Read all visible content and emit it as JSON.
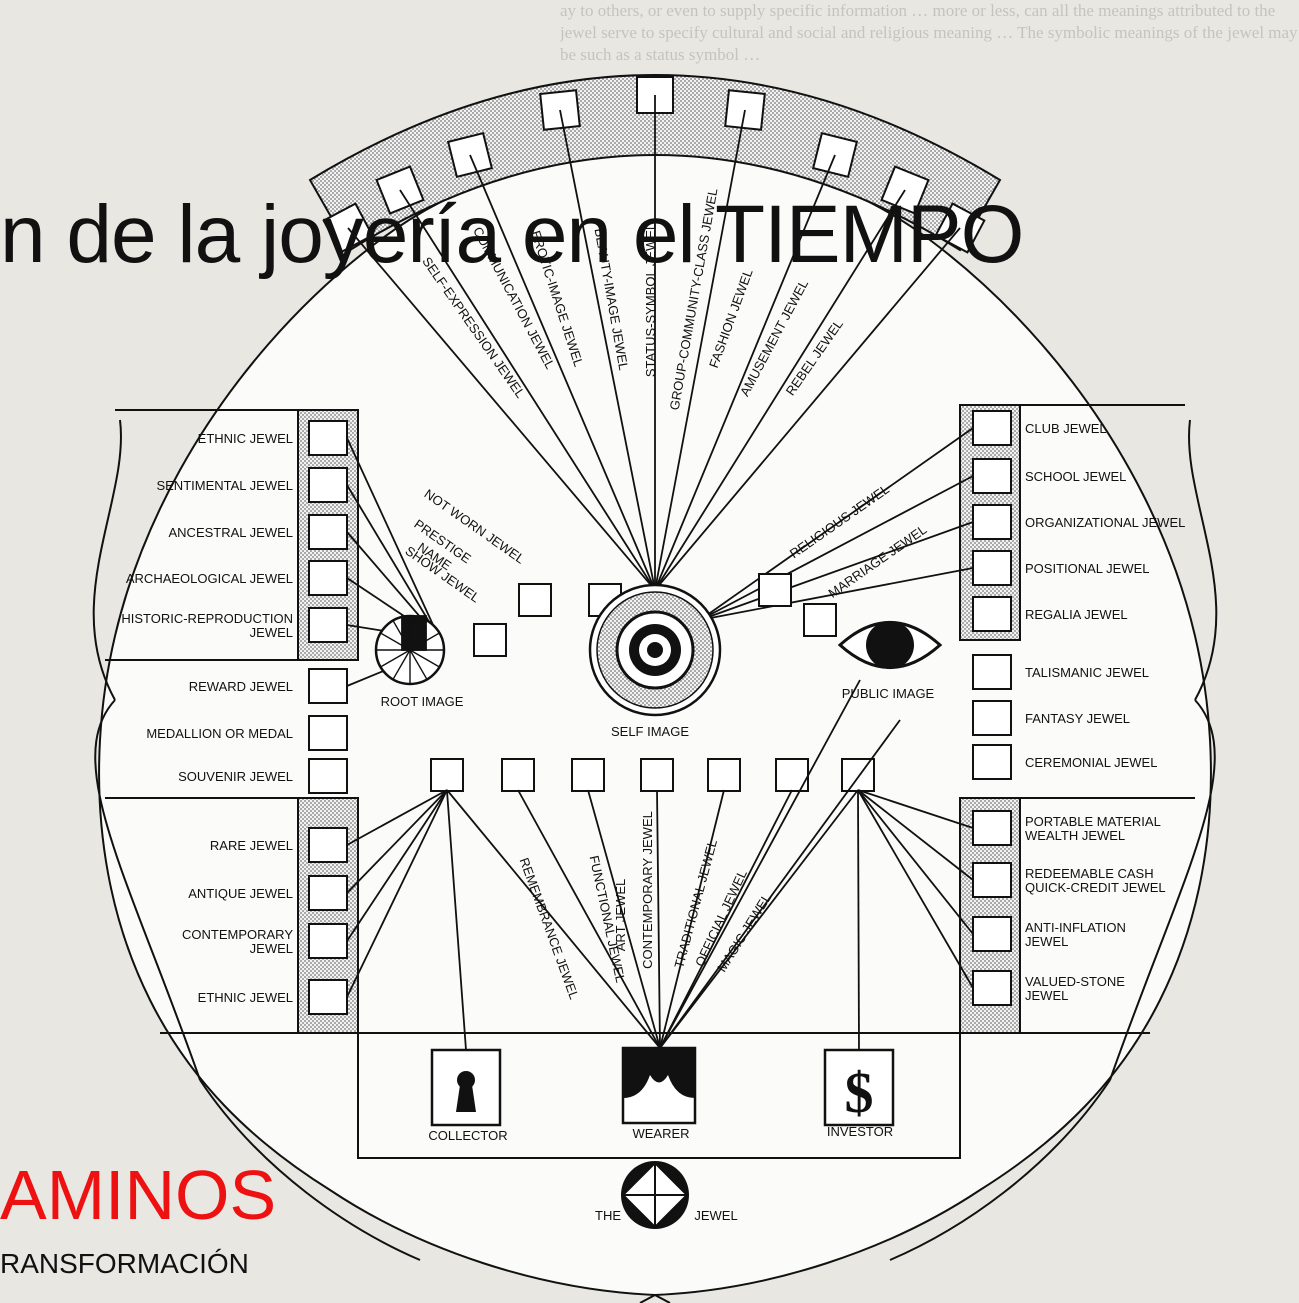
{
  "title_overlay": "n de la joyería en el TIEMPO",
  "caminos": "AMINOS",
  "subtitle": "RANSFORMACIÓN",
  "left_labels": [
    {
      "text": "ETHNIC JEWEL"
    },
    {
      "text": "SENTIMENTAL JEWEL"
    },
    {
      "text": "ANCESTRAL JEWEL"
    },
    {
      "text": "ARCHAEOLOGICAL JEWEL"
    },
    {
      "line1": "HISTORIC-REPRODUCTION",
      "line2": "JEWEL"
    },
    {
      "text": "REWARD JEWEL"
    },
    {
      "text": "MEDALLION OR MEDAL"
    },
    {
      "text": "SOUVENIR JEWEL"
    },
    {
      "text": "RARE JEWEL"
    },
    {
      "text": "ANTIQUE JEWEL"
    },
    {
      "line1": "CONTEMPORARY",
      "line2": "JEWEL"
    },
    {
      "text": "ETHNIC JEWEL"
    }
  ],
  "right_labels": [
    {
      "text": "CLUB JEWEL"
    },
    {
      "text": "SCHOOL JEWEL"
    },
    {
      "text": "ORGANIZATIONAL JEWEL"
    },
    {
      "text": "POSITIONAL JEWEL"
    },
    {
      "text": "REGALIA JEWEL"
    },
    {
      "text": "TALISMANIC JEWEL"
    },
    {
      "text": "FANTASY JEWEL"
    },
    {
      "text": "CEREMONIAL JEWEL"
    },
    {
      "line1": "PORTABLE MATERIAL",
      "line2": "WEALTH JEWEL"
    },
    {
      "line1": "REDEEMABLE CASH",
      "line2": "QUICK-CREDIT JEWEL"
    },
    {
      "line1": "ANTI-INFLATION",
      "line2": "JEWEL"
    },
    {
      "line1": "VALUED-STONE",
      "line2": "JEWEL"
    }
  ],
  "top_rays": [
    "SELF-EXPRESSION JEWEL",
    "COMMUNICATION JEWEL",
    "EROTIC-IMAGE JEWEL",
    "BEAUTY-IMAGE JEWEL",
    "STATUS-SYMBOL JEWEL",
    "GROUP-COMMUNITY-CLASS JEWEL",
    "FASHION JEWEL",
    "AMUSEMENT JEWEL",
    "REBEL JEWEL"
  ],
  "mid_rays": [
    "NOT WORN JEWEL",
    "PRESTIGE",
    "NAME",
    "SHOW JEWEL",
    "RELIGIOUS JEWEL",
    "MARRIAGE JEWEL"
  ],
  "bottom_rays": [
    "REMEMBRANCE JEWEL",
    "FUNCTIONAL JEWEL",
    "ART JEWEL",
    "CONTEMPORARY JEWEL",
    "TRADITIONAL JEWEL",
    "OFFICIAL JEWEL",
    "MAGIC JEWEL"
  ],
  "nodes": {
    "root": "ROOT IMAGE",
    "self": "SELF IMAGE",
    "public": "PUBLIC IMAGE",
    "collector": "COLLECTOR",
    "wearer": "WEARER",
    "investor": "INVESTOR",
    "the": "THE",
    "jewel": "JEWEL"
  },
  "bg_text": "ay to others, or even to supply specific information … more or less, can all the meanings attributed to the jewel serve to specify cultural and social and religious meaning … The symbolic meanings of the jewel may be such as a status symbol …"
}
